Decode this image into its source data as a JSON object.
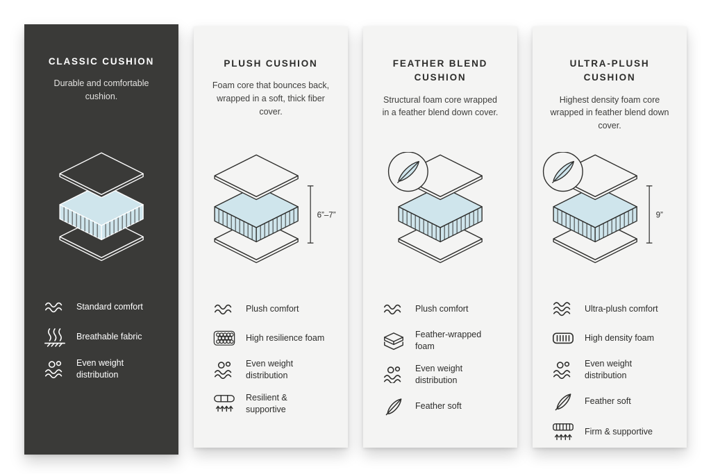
{
  "colors": {
    "page_bg": "#ffffff",
    "dark_card_bg": "#3a3a38",
    "light_card_bg": "#f4f4f3",
    "ink_on_dark": "#ffffff",
    "ink_on_light": "#2d2d2b",
    "foam_blue": "#cfe5ec"
  },
  "cards": [
    {
      "id": "classic",
      "theme": "dark",
      "title": "CLASSIC CUSHION",
      "description": "Durable and comfortable cushion.",
      "feather_badge": false,
      "measure_label": "",
      "features": [
        {
          "icon": "comfort-waves",
          "label": "Standard comfort"
        },
        {
          "icon": "breathable-fabric",
          "label": "Breathable fabric"
        },
        {
          "icon": "even-weight",
          "label": "Even weight distribution"
        }
      ]
    },
    {
      "id": "plush",
      "theme": "light",
      "title": "PLUSH CUSHION",
      "description": "Foam core that bounces back, wrapped in a soft, thick fiber cover.",
      "feather_badge": false,
      "measure_label": "6”–7”",
      "features": [
        {
          "icon": "comfort-waves",
          "label": "Plush comfort"
        },
        {
          "icon": "resilience-foam",
          "label": "High resilience foam"
        },
        {
          "icon": "even-weight",
          "label": "Even weight distribution"
        },
        {
          "icon": "resilient-support",
          "label": "Resilient & supportive"
        }
      ]
    },
    {
      "id": "feather-blend",
      "theme": "light",
      "title": "FEATHER BLEND CUSHION",
      "description": "Structural foam core wrapped in a feather blend down cover.",
      "feather_badge": true,
      "measure_label": "",
      "features": [
        {
          "icon": "comfort-waves",
          "label": "Plush comfort"
        },
        {
          "icon": "feather-wrapped",
          "label": "Feather-wrapped foam"
        },
        {
          "icon": "even-weight",
          "label": "Even weight distribution"
        },
        {
          "icon": "feather-soft",
          "label": "Feather soft"
        }
      ]
    },
    {
      "id": "ultra-plush",
      "theme": "light",
      "title": "ULTRA-PLUSH CUSHION",
      "description": "Highest density foam core wrapped in feather blend down cover.",
      "feather_badge": true,
      "measure_label": "9”",
      "features": [
        {
          "icon": "ultra-waves",
          "label": "Ultra-plush comfort"
        },
        {
          "icon": "density-foam",
          "label": "High density foam"
        },
        {
          "icon": "even-weight",
          "label": "Even weight distribution"
        },
        {
          "icon": "feather-soft",
          "label": "Feather soft"
        },
        {
          "icon": "firm-support",
          "label": "Firm & supportive"
        }
      ]
    }
  ]
}
